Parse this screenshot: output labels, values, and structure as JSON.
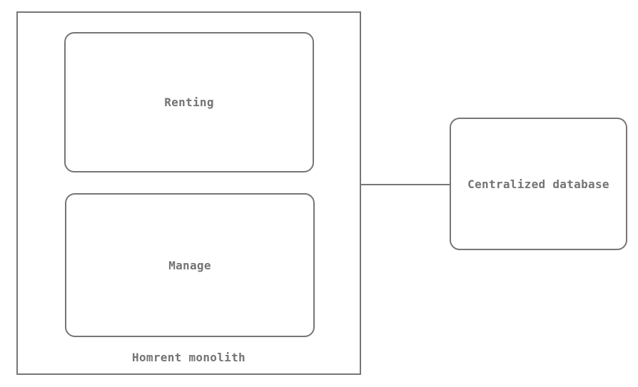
{
  "diagram": {
    "monolith": {
      "label": "Homrent monolith"
    },
    "modules": [
      {
        "label": "Renting"
      },
      {
        "label": "Manage"
      }
    ],
    "database": {
      "label": "Centralized database"
    },
    "colors": {
      "stroke": "#767676",
      "text": "#737373",
      "background": "#ffffff"
    }
  }
}
